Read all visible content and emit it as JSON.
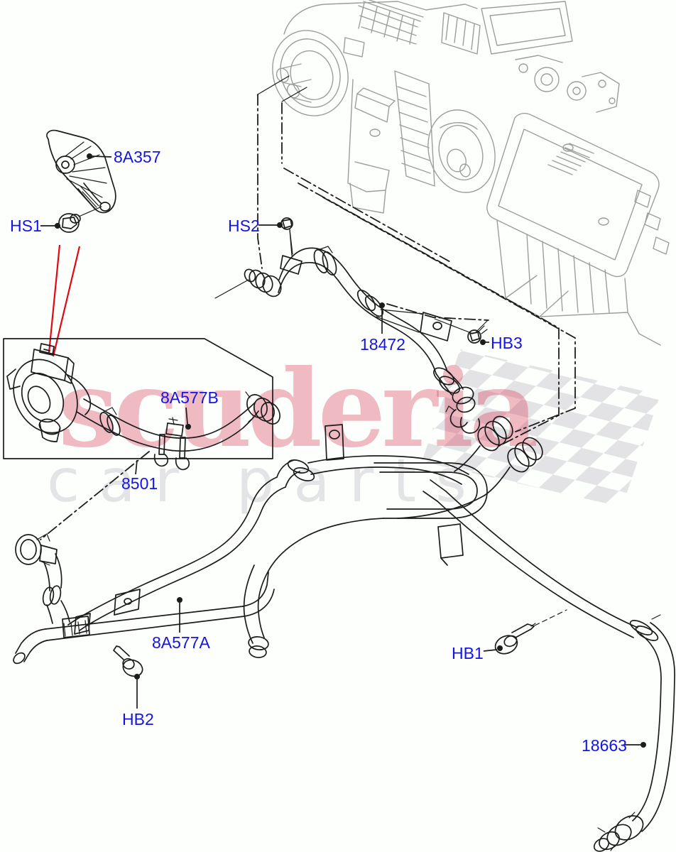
{
  "diagram": {
    "type": "automotive-parts-exploded-diagram",
    "subject": "heater hoses and auxiliary water pump with HVAC unit",
    "background_color": "#fdfffd",
    "label_color": "#1414e6",
    "line_color": "#1c1c1c",
    "ghost_art_color": "#9d9d9d",
    "highlight_color": "#e40613"
  },
  "watermark": {
    "brand": "scuderia",
    "brand_color": "rgba(214,52,82,0.34)",
    "sub": "car parts",
    "sub_color": "#e4e4e6",
    "flag_color": "#e3e3e5"
  },
  "labels": [
    {
      "text": "8A357",
      "part": "bracket"
    },
    {
      "text": "HS1",
      "part": "screw"
    },
    {
      "text": "HS2",
      "part": "screw"
    },
    {
      "text": "18472",
      "part": "hose"
    },
    {
      "text": "HB3",
      "part": "bolt"
    },
    {
      "text": "8A577B",
      "part": "hose"
    },
    {
      "text": "8501",
      "part": "auxiliary-water-pump-assembly"
    },
    {
      "text": "8A577A",
      "part": "hose-assembly"
    },
    {
      "text": "HB2",
      "part": "bolt"
    },
    {
      "text": "HB1",
      "part": "bolt"
    },
    {
      "text": "18663",
      "part": "hose"
    }
  ]
}
